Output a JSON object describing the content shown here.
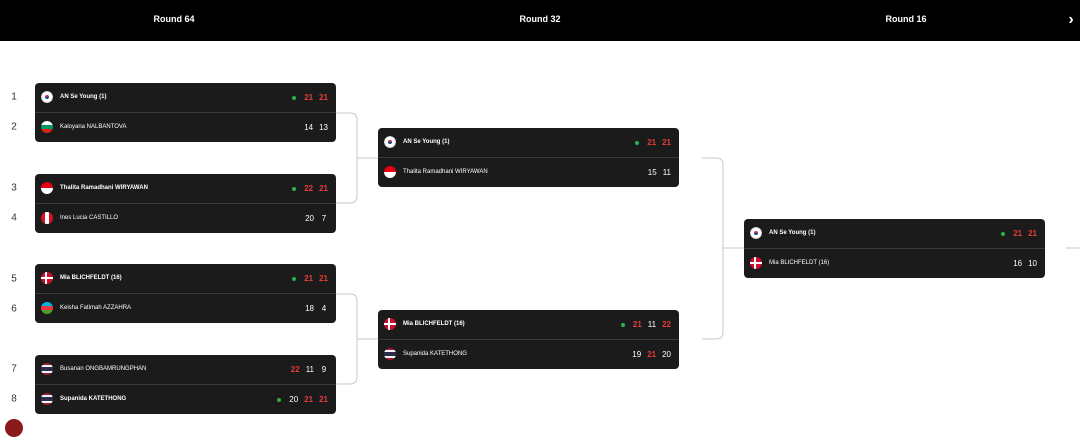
{
  "colors": {
    "header_bg": "#000000",
    "card_bg": "#1b1b1b",
    "winner_score": "#e63c3c",
    "serve_dot": "#2bb14a",
    "connector": "#c8c8c8"
  },
  "header": {
    "rounds": [
      "Round 64",
      "Round 32",
      "Round 16"
    ],
    "next_icon": "chevron-right-icon",
    "next_glyph": "›"
  },
  "seeds": [
    "1",
    "2",
    "3",
    "4",
    "5",
    "6",
    "7",
    "8"
  ],
  "matches": [
    {
      "round": "Round 64",
      "players": [
        {
          "name": "AN Se Young (1)",
          "flag": "kor",
          "winner": true,
          "scores": [
            {
              "v": "21",
              "hi": true
            },
            {
              "v": "21",
              "hi": true
            }
          ]
        },
        {
          "name": "Kaloyana NALBANTOVA",
          "flag": "bul",
          "winner": false,
          "scores": [
            {
              "v": "14",
              "hi": false
            },
            {
              "v": "13",
              "hi": false
            }
          ]
        }
      ]
    },
    {
      "round": "Round 64",
      "players": [
        {
          "name": "Thalita Ramadhani WIRYAWAN",
          "flag": "ina",
          "winner": true,
          "scores": [
            {
              "v": "22",
              "hi": true
            },
            {
              "v": "21",
              "hi": true
            }
          ]
        },
        {
          "name": "Ines Lucia CASTILLO",
          "flag": "per",
          "winner": false,
          "scores": [
            {
              "v": "20",
              "hi": false
            },
            {
              "v": "7",
              "hi": false
            }
          ]
        }
      ]
    },
    {
      "round": "Round 64",
      "players": [
        {
          "name": "Mia BLICHFELDT (16)",
          "flag": "den",
          "winner": true,
          "scores": [
            {
              "v": "21",
              "hi": true
            },
            {
              "v": "21",
              "hi": true
            }
          ]
        },
        {
          "name": "Keisha Fatimah AZZAHRA",
          "flag": "aze",
          "winner": false,
          "scores": [
            {
              "v": "18",
              "hi": false
            },
            {
              "v": "4",
              "hi": false
            }
          ]
        }
      ]
    },
    {
      "round": "Round 64",
      "players": [
        {
          "name": "Busanan ONGBAMRUNGPHAN",
          "flag": "tha",
          "winner": false,
          "scores": [
            {
              "v": "22",
              "hi": true
            },
            {
              "v": "11",
              "hi": false
            },
            {
              "v": "9",
              "hi": false
            }
          ]
        },
        {
          "name": "Supanida KATETHONG",
          "flag": "tha",
          "winner": true,
          "scores": [
            {
              "v": "20",
              "hi": false
            },
            {
              "v": "21",
              "hi": true
            },
            {
              "v": "21",
              "hi": true
            }
          ]
        }
      ]
    },
    {
      "round": "Round 32",
      "players": [
        {
          "name": "AN Se Young (1)",
          "flag": "kor",
          "winner": true,
          "scores": [
            {
              "v": "21",
              "hi": true
            },
            {
              "v": "21",
              "hi": true
            }
          ]
        },
        {
          "name": "Thalita Ramadhani WIRYAWAN",
          "flag": "ina",
          "winner": false,
          "scores": [
            {
              "v": "15",
              "hi": false
            },
            {
              "v": "11",
              "hi": false
            }
          ]
        }
      ]
    },
    {
      "round": "Round 32",
      "players": [
        {
          "name": "Mia BLICHFELDT (16)",
          "flag": "den",
          "winner": true,
          "scores": [
            {
              "v": "21",
              "hi": true
            },
            {
              "v": "11",
              "hi": false
            },
            {
              "v": "22",
              "hi": true
            }
          ]
        },
        {
          "name": "Supanida KATETHONG",
          "flag": "tha",
          "winner": false,
          "scores": [
            {
              "v": "19",
              "hi": false
            },
            {
              "v": "21",
              "hi": true
            },
            {
              "v": "20",
              "hi": false
            }
          ]
        }
      ]
    },
    {
      "round": "Round 16",
      "players": [
        {
          "name": "AN Se Young (1)",
          "flag": "kor",
          "winner": true,
          "scores": [
            {
              "v": "21",
              "hi": true
            },
            {
              "v": "21",
              "hi": true
            }
          ]
        },
        {
          "name": "Mia BLICHFELDT (16)",
          "flag": "den",
          "winner": false,
          "scores": [
            {
              "v": "16",
              "hi": false
            },
            {
              "v": "10",
              "hi": false
            }
          ]
        }
      ]
    }
  ]
}
